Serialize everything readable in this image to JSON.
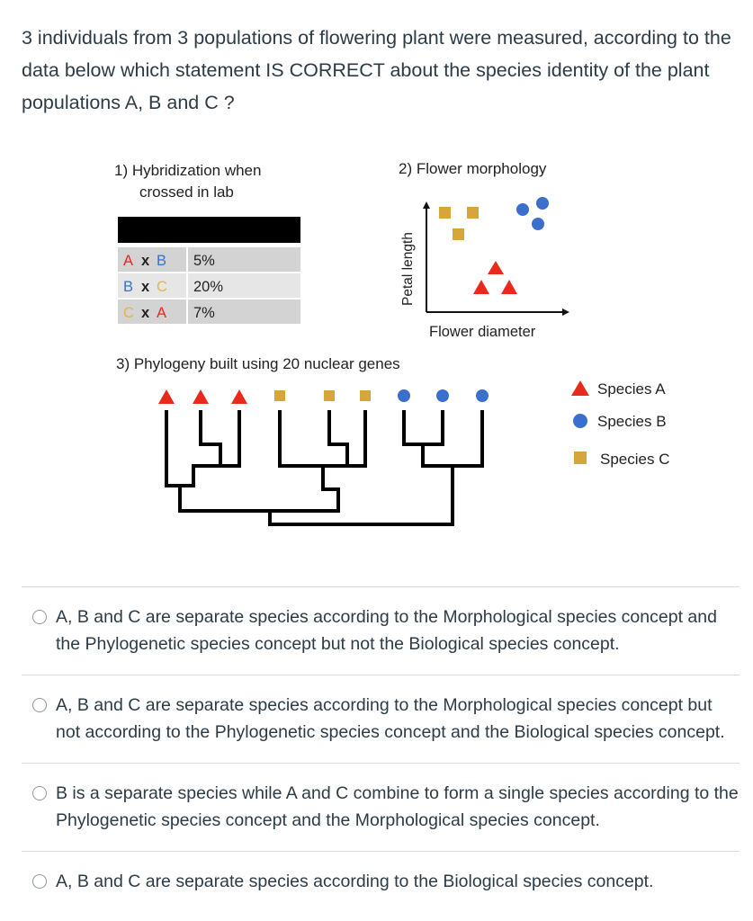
{
  "question": {
    "text": "3 individuals from 3 populations of flowering plant were measured, according to the data below which statement IS CORRECT about the species identity of the plant populations A, B and C ?"
  },
  "panel1": {
    "title_line1": "1) Hybridization when",
    "title_line2": "crossed in lab",
    "rows": [
      {
        "left": "A",
        "x": "x",
        "right": "B",
        "value": "5%"
      },
      {
        "left": "B",
        "x": "x",
        "right": "C",
        "value": "20%"
      },
      {
        "left": "C",
        "x": "x",
        "right": "A",
        "value": "7%"
      }
    ]
  },
  "panel2": {
    "title": "2) Flower morphology",
    "y_label": "Petal length",
    "x_label": "Flower diameter"
  },
  "panel3": {
    "title": "3) Phylogeny built using 20 nuclear genes"
  },
  "legend": [
    {
      "label": "Species A",
      "shape": "triangle",
      "color": "#e8291c"
    },
    {
      "label": "Species B",
      "shape": "circle",
      "color": "#3a6fcc"
    },
    {
      "label": "Species C",
      "shape": "square",
      "color": "#d6a63a"
    }
  ],
  "colors": {
    "species_a": "#e8291c",
    "species_b": "#3a6fcc",
    "species_c": "#d6a63a"
  },
  "options": [
    {
      "text": "A, B and C are separate species according to the Morphological species concept and the Phylogenetic species concept but not the Biological species concept."
    },
    {
      "text": "A, B and C are separate species according to the Morphological species concept but not according to the Phylogenetic species concept and the Biological species concept."
    },
    {
      "text": "B is a separate species while A and C combine to form a single species according to the Phylogenetic species concept and the Morphological species concept."
    },
    {
      "text": "A, B and C are separate species according to the Biological species concept."
    }
  ]
}
